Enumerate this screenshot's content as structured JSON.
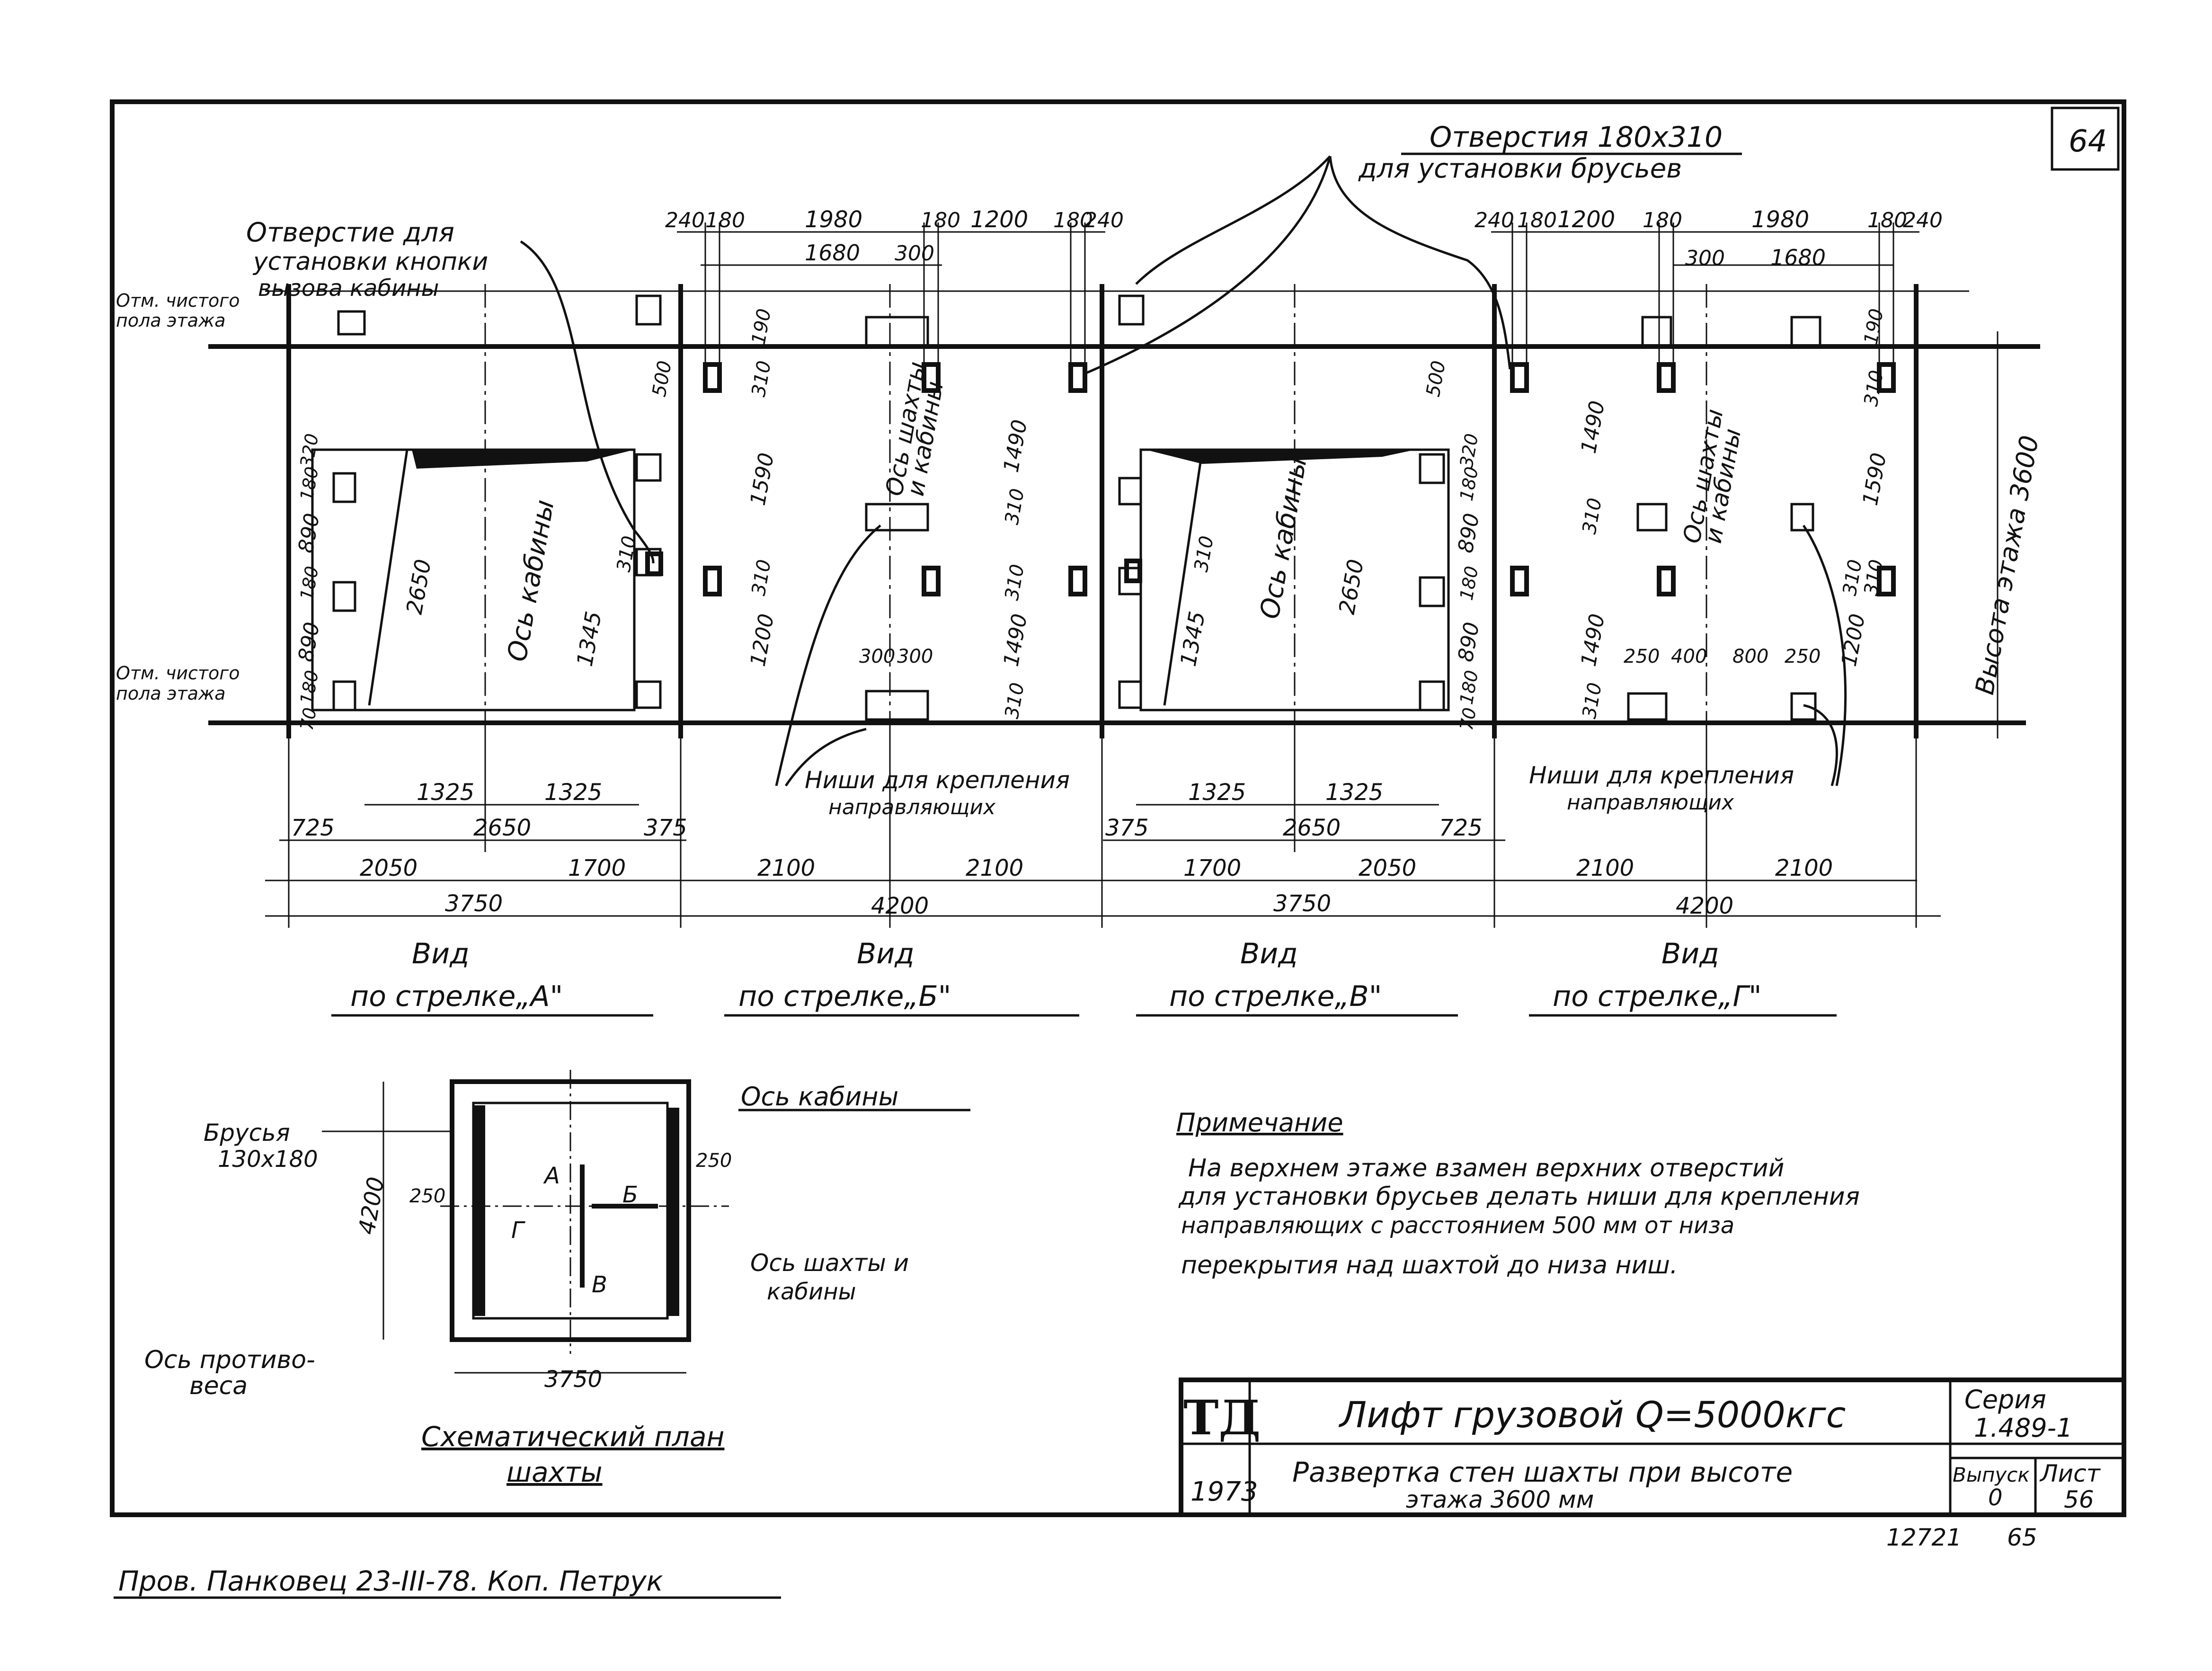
{
  "sheet_corner_number": "64",
  "callouts": {
    "openings": {
      "line1": "Отверстия 180x310",
      "line2": "для установки брусьев"
    },
    "call_button": {
      "line1": "Отверстие для",
      "line2": "установки кнопки",
      "line3": "вызова кабины"
    },
    "floor_mark_top": {
      "line1": "Отм. чистого",
      "line2": "пола этажа"
    },
    "floor_mark_bottom": {
      "line1": "Отм. чистого",
      "line2": "пола этажа"
    },
    "niches_left": {
      "line1": "Ниши для крепления",
      "line2": "направляющих"
    },
    "niches_right": {
      "line1": "Ниши для крепления",
      "line2": "направляющих"
    }
  },
  "axis_labels": {
    "cabin_axis": "Ось кабины",
    "shaft_axis_a": "Ось шахты",
    "shaft_axis_b": "и кабины",
    "floor_height": "Высота этажа 3600"
  },
  "dims_top_B": [
    "240",
    "180",
    "1980",
    "180",
    "1200",
    "180",
    "240"
  ],
  "dims_top_B2": [
    "1680",
    "300"
  ],
  "dims_top_G": [
    "240",
    "180",
    "1200",
    "180",
    "1980",
    "180",
    "240"
  ],
  "dims_top_G2": [
    "300",
    "1680"
  ],
  "dims_vert_A": [
    "70",
    "180",
    "890",
    "180",
    "890",
    "180",
    "320",
    "500",
    "310",
    "2650",
    "1345"
  ],
  "dims_vert_B": [
    "190",
    "310",
    "1590",
    "310",
    "1200",
    "310",
    "1490",
    "310",
    "1490",
    "310"
  ],
  "dims_vert_V": [
    "320",
    "500",
    "180",
    "890",
    "180",
    "890",
    "180",
    "70",
    "310",
    "1345",
    "2650"
  ],
  "dims_vert_G": [
    "310",
    "1490",
    "310",
    "1490",
    "310",
    "190",
    "310",
    "1590",
    "310",
    "1200"
  ],
  "dims_B_mid": [
    "300",
    "300"
  ],
  "dims_G_mid": [
    "250",
    "400",
    "800",
    "250"
  ],
  "dims_bottom_A": {
    "r1": [
      "1325",
      "1325"
    ],
    "r2": [
      "725",
      "2650",
      "375"
    ],
    "r3": [
      "2050",
      "1700"
    ],
    "r4": "3750"
  },
  "dims_bottom_B": {
    "r3": [
      "2100",
      "2100"
    ],
    "r4": "4200"
  },
  "dims_bottom_V": {
    "r1": [
      "1325",
      "1325"
    ],
    "r2": [
      "375",
      "2650",
      "725"
    ],
    "r3": [
      "1700",
      "2050"
    ],
    "r4": "3750"
  },
  "dims_bottom_G": {
    "r3": [
      "2100",
      "2100"
    ],
    "r4": "4200"
  },
  "views": [
    {
      "l1": "Вид",
      "l2": "по стрелке„А\""
    },
    {
      "l1": "Вид",
      "l2": "по стрелке„Б\""
    },
    {
      "l1": "Вид",
      "l2": "по стрелке„В\""
    },
    {
      "l1": "Вид",
      "l2": "по стрелке„Г\""
    }
  ],
  "plan": {
    "bruses_l1": "Брусья",
    "bruses_l2": "130x180",
    "cabin_axis": "Ось кабины",
    "shaft_axis_l1": "Ось шахты и",
    "shaft_axis_l2": "кабины",
    "counterweight_l1": "Ось противо-",
    "counterweight_l2": "веса",
    "dim_h": "4200",
    "dim_w": "3750",
    "dim_l": "250",
    "dim_r": "250",
    "arrow_a": "А",
    "arrow_b": "Б",
    "arrow_v": "В",
    "arrow_g": "Г",
    "title_l1": "Схематический план",
    "title_l2": "шахты"
  },
  "note": {
    "heading": "Примечание",
    "lines": [
      "На верхнем этаже взамен верхних отверстий",
      "для установки брусьев делать ниши для крепления",
      "направляющих с расстоянием 500 мм от низа",
      "перекрытия над шахтой до низа ниш."
    ]
  },
  "title_block": {
    "logo": "ТД",
    "year": "1973",
    "title": "Лифт грузовой Q=5000кгс",
    "subtitle_l1": "Развертка стен шахты при высоте",
    "subtitle_l2": "этажа 3600 мм",
    "series_label": "Серия",
    "series_value": "1.489-1",
    "issue_label": "Выпуск",
    "issue_value": "0",
    "sheet_label": "Лист",
    "sheet_value": "56"
  },
  "below_block": {
    "number": "12721",
    "page": "65"
  },
  "signature": "Пров. Панковец 23-III-78. Коп. Петрук"
}
